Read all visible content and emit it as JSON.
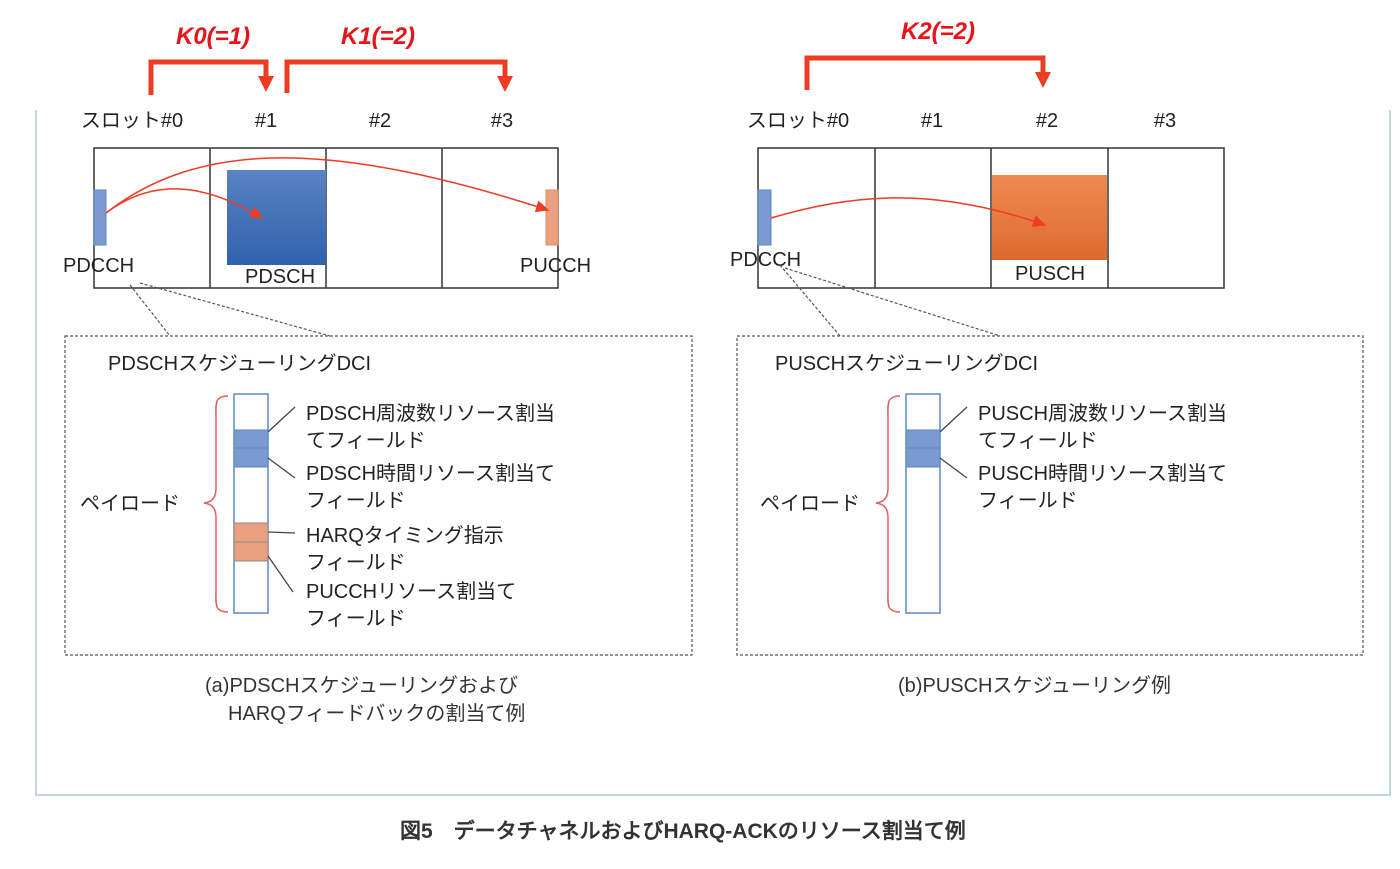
{
  "timing": {
    "k0": "K0(=1)",
    "k1": "K1(=2)",
    "k2": "K2(=2)"
  },
  "left": {
    "slots": [
      "スロット#0",
      "#1",
      "#2",
      "#3"
    ],
    "channels": {
      "pdcch": "PDCCH",
      "pdsch": "PDSCH",
      "pucch": "PUCCH"
    },
    "dci_title": "PDSCHスケジューリングDCI",
    "payload_label": "ペイロード",
    "fields": [
      [
        "PDSCH周波数リソース割当",
        "てフィールド"
      ],
      [
        "PDSCH時間リソース割当て",
        "フィールド"
      ],
      [
        "HARQタイミング指示",
        "フィールド"
      ],
      [
        "PUCCHリソース割当て",
        "フィールド"
      ]
    ],
    "caption": [
      "(a)PDSCHスケジューリングおよび",
      "HARQフィードバックの割当て例"
    ]
  },
  "right": {
    "slots": [
      "スロット#0",
      "#1",
      "#2",
      "#3"
    ],
    "channels": {
      "pdcch": "PDCCH",
      "pusch": "PUSCH"
    },
    "dci_title": "PUSCHスケジューリングDCI",
    "payload_label": "ペイロード",
    "fields": [
      [
        "PUSCH周波数リソース割当",
        "てフィールド"
      ],
      [
        "PUSCH時間リソース割当て",
        "フィールド"
      ]
    ],
    "caption": [
      "(b)PUSCHスケジューリング例"
    ]
  },
  "figure_caption": "図5　データチャネルおよびHARQ-ACKのリソース割当て例",
  "colors": {
    "red": "#ee3b24",
    "pdcch": "#7b9bd0",
    "pdsch": "#3c6bb5",
    "pucch": "#eba080",
    "pusch": "#e9773c",
    "frame": "#b9d9d6"
  }
}
